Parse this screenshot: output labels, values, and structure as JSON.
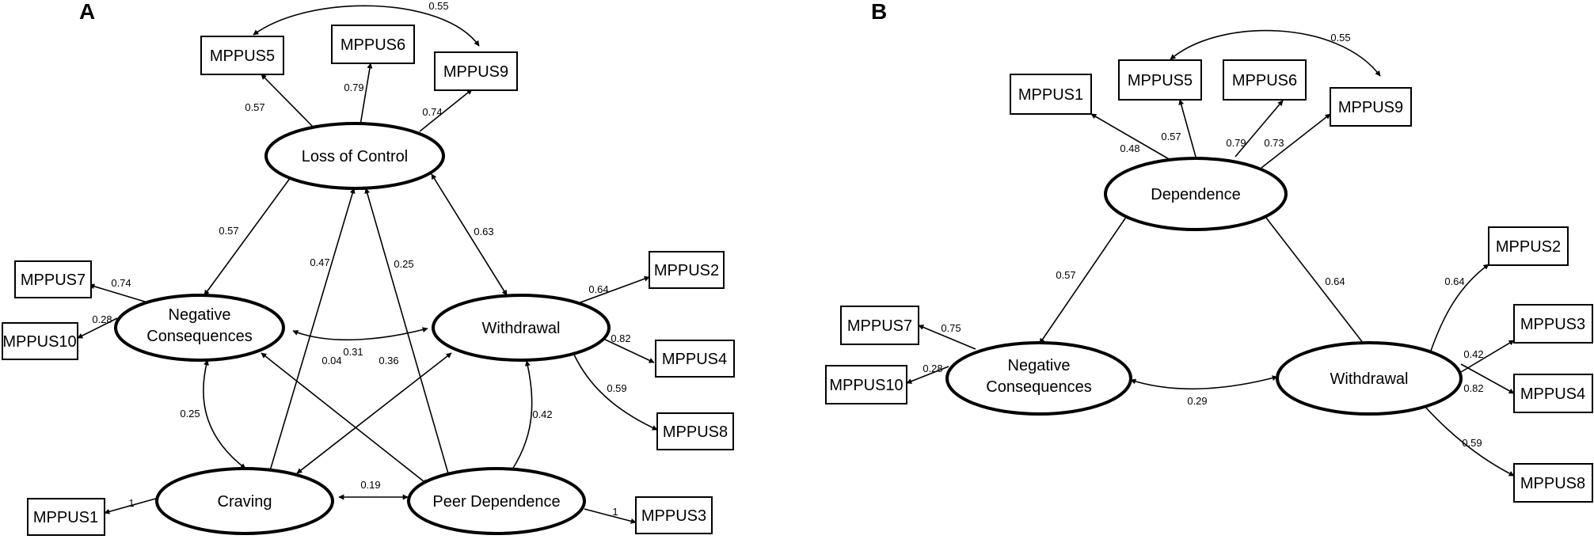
{
  "panels": [
    {
      "label": "A",
      "factors": [
        {
          "id": "loc",
          "label": "Loss of Control"
        },
        {
          "id": "neg",
          "label": "Negative Consequences"
        },
        {
          "id": "wd",
          "label": "Withdrawal"
        },
        {
          "id": "cr",
          "label": "Craving"
        },
        {
          "id": "pd",
          "label": "Peer Dependence"
        }
      ],
      "indicators": [
        {
          "id": "m5",
          "label": "MPPUS5"
        },
        {
          "id": "m6",
          "label": "MPPUS6"
        },
        {
          "id": "m9",
          "label": "MPPUS9"
        },
        {
          "id": "m7",
          "label": "MPPUS7"
        },
        {
          "id": "m10",
          "label": "MPPUS10"
        },
        {
          "id": "m2",
          "label": "MPPUS2"
        },
        {
          "id": "m4",
          "label": "MPPUS4"
        },
        {
          "id": "m8",
          "label": "MPPUS8"
        },
        {
          "id": "m1",
          "label": "MPPUS1"
        },
        {
          "id": "m3",
          "label": "MPPUS3"
        }
      ],
      "loadings": [
        {
          "factor": "loc",
          "indicator": "m5",
          "value": "0.57"
        },
        {
          "factor": "loc",
          "indicator": "m6",
          "value": "0.79"
        },
        {
          "factor": "loc",
          "indicator": "m9",
          "value": "0.74"
        },
        {
          "factor": "neg",
          "indicator": "m7",
          "value": "0.74"
        },
        {
          "factor": "neg",
          "indicator": "m10",
          "value": "0.28"
        },
        {
          "factor": "wd",
          "indicator": "m2",
          "value": "0.64"
        },
        {
          "factor": "wd",
          "indicator": "m4",
          "value": "0.82"
        },
        {
          "factor": "wd",
          "indicator": "m8",
          "value": "0.59"
        },
        {
          "factor": "cr",
          "indicator": "m1",
          "value": "1"
        },
        {
          "factor": "pd",
          "indicator": "m3",
          "value": "1"
        }
      ],
      "correlations": [
        {
          "a": "loc",
          "b": "neg",
          "value": "0.57"
        },
        {
          "a": "loc",
          "b": "wd",
          "value": "0.63"
        },
        {
          "a": "loc",
          "b": "cr",
          "value": "0.47"
        },
        {
          "a": "loc",
          "b": "pd",
          "value": "0.25"
        },
        {
          "a": "neg",
          "b": "wd",
          "value": "0.31"
        },
        {
          "a": "neg",
          "b": "cr",
          "value": "0.25"
        },
        {
          "a": "neg",
          "b": "pd",
          "value": "0.04"
        },
        {
          "a": "wd",
          "b": "cr",
          "value": "0.36"
        },
        {
          "a": "wd",
          "b": "pd",
          "value": "0.42"
        },
        {
          "a": "cr",
          "b": "pd",
          "value": "0.19"
        }
      ],
      "error_covariances": [
        {
          "a": "m5",
          "b": "m9",
          "value": "0.55"
        }
      ]
    },
    {
      "label": "B",
      "factors": [
        {
          "id": "dep",
          "label": "Dependence"
        },
        {
          "id": "neg",
          "label": "Negative Consequences"
        },
        {
          "id": "wd",
          "label": "Withdrawal"
        }
      ],
      "indicators": [
        {
          "id": "m1",
          "label": "MPPUS1"
        },
        {
          "id": "m5",
          "label": "MPPUS5"
        },
        {
          "id": "m6",
          "label": "MPPUS6"
        },
        {
          "id": "m9",
          "label": "MPPUS9"
        },
        {
          "id": "m7",
          "label": "MPPUS7"
        },
        {
          "id": "m10",
          "label": "MPPUS10"
        },
        {
          "id": "m2",
          "label": "MPPUS2"
        },
        {
          "id": "m3",
          "label": "MPPUS3"
        },
        {
          "id": "m4",
          "label": "MPPUS4"
        },
        {
          "id": "m8",
          "label": "MPPUS8"
        }
      ],
      "loadings": [
        {
          "factor": "dep",
          "indicator": "m1",
          "value": "0.48"
        },
        {
          "factor": "dep",
          "indicator": "m5",
          "value": "0.57"
        },
        {
          "factor": "dep",
          "indicator": "m6",
          "value": "0.79"
        },
        {
          "factor": "dep",
          "indicator": "m9",
          "value": "0.73"
        },
        {
          "factor": "neg",
          "indicator": "m7",
          "value": "0.75"
        },
        {
          "factor": "neg",
          "indicator": "m10",
          "value": "0.28"
        },
        {
          "factor": "wd",
          "indicator": "m2",
          "value": "0.64"
        },
        {
          "factor": "wd",
          "indicator": "m3",
          "value": "0.42"
        },
        {
          "factor": "wd",
          "indicator": "m4",
          "value": "0.82"
        },
        {
          "factor": "wd",
          "indicator": "m8",
          "value": "0.59"
        }
      ],
      "correlations": [
        {
          "a": "dep",
          "b": "neg",
          "value": "0.57"
        },
        {
          "a": "dep",
          "b": "wd",
          "value": "0.64"
        },
        {
          "a": "neg",
          "b": "wd",
          "value": "0.29"
        }
      ],
      "error_covariances": [
        {
          "a": "m5",
          "b": "m9",
          "value": "0.55"
        }
      ]
    }
  ]
}
